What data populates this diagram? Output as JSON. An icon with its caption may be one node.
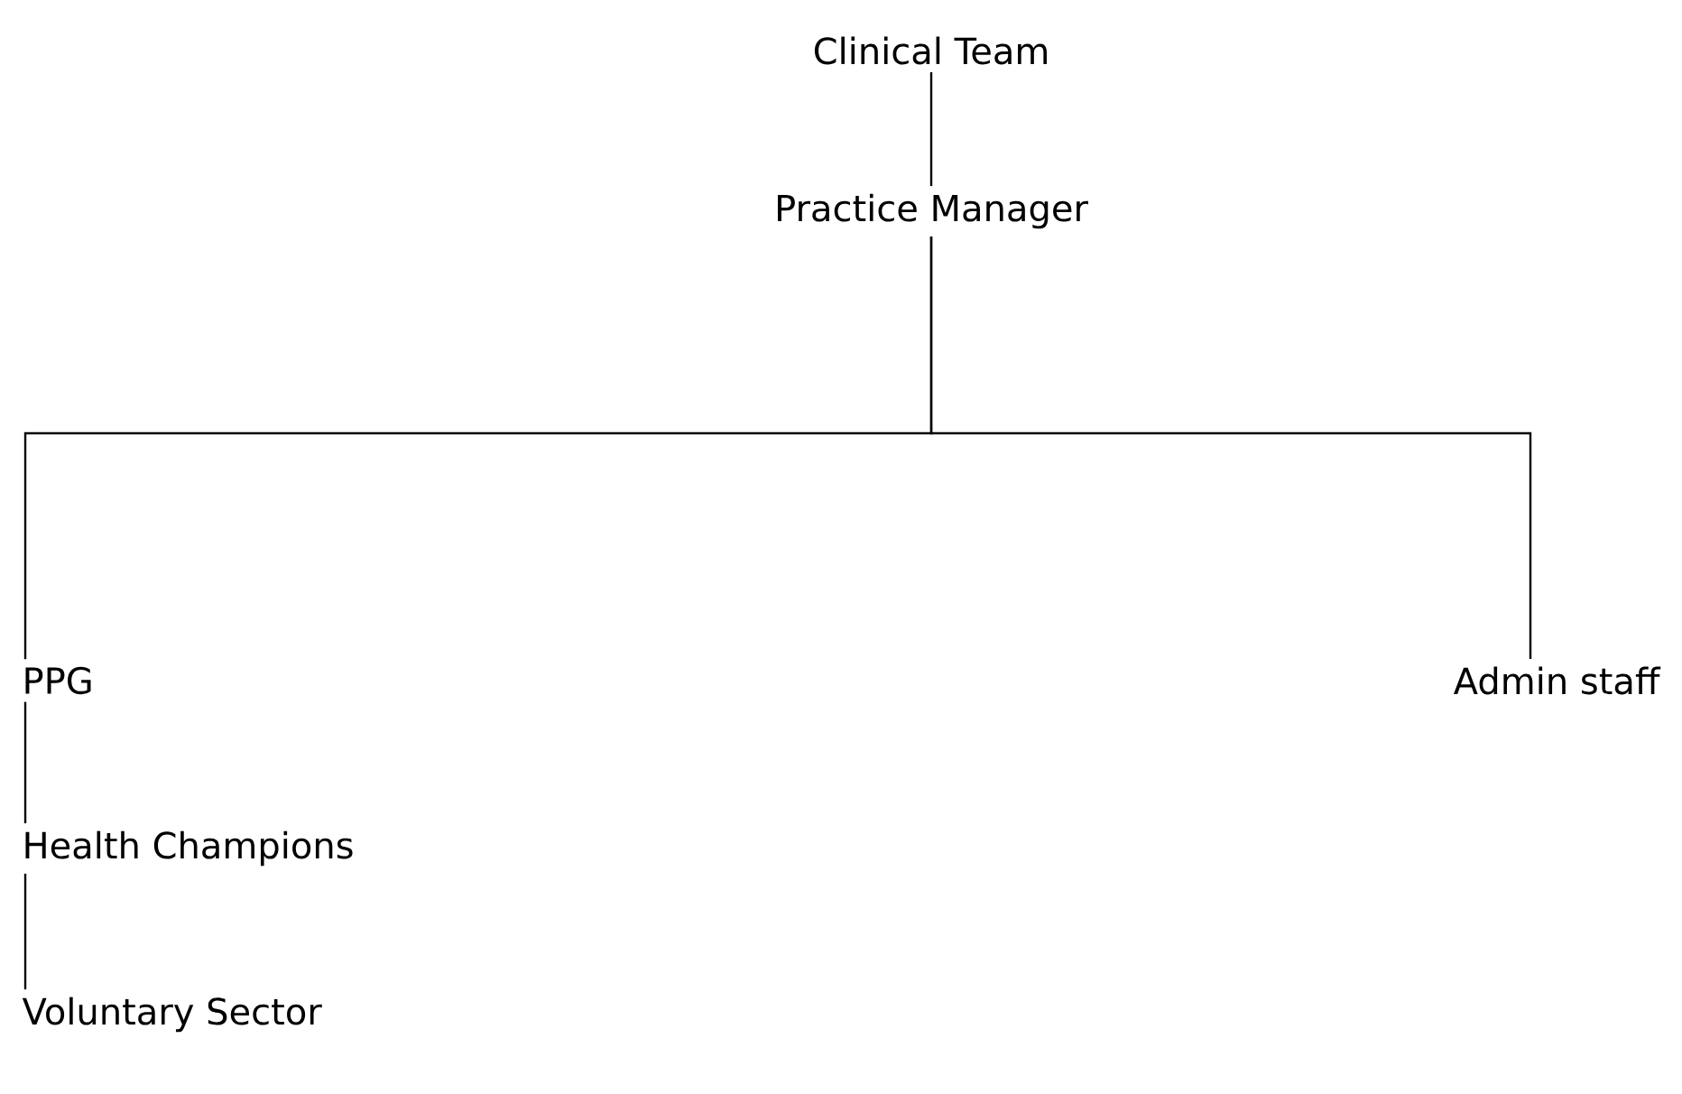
{
  "diagram": {
    "nodes": [
      {
        "text": [
          "Clinical Team"
        ]
      },
      {
        "text": [
          "Practice Manager"
        ]
      },
      {
        "text": [
          "PPG"
        ]
      },
      {
        "text": [
          "Admin staff"
        ]
      },
      {
        "text": [
          "Health Champions"
        ]
      },
      {
        "text": [
          "Voluntary Sector"
        ]
      }
    ],
    "edges": [
      {
        "from": 0,
        "to": 1,
        "arrow": "none"
      },
      {
        "from": 1,
        "to": 2,
        "arrow": "none"
      },
      {
        "from": 1,
        "to": 3,
        "arrow": "none"
      },
      {
        "from": 2,
        "to": 4,
        "arrow": "none"
      },
      {
        "from": 4,
        "to": 5,
        "arrow": "none"
      }
    ]
  }
}
